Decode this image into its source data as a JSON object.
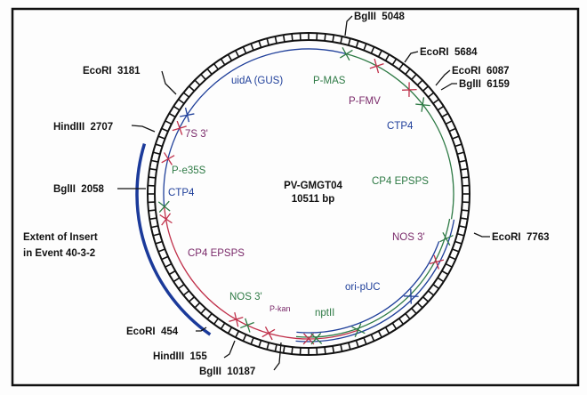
{
  "plasmid": {
    "name": "PV-GMGT04",
    "size": "10511 bp"
  },
  "sites": {
    "bglii_5048": "BglII  5048",
    "ecori_5684": "EcoRI  5684",
    "ecori_6087": "EcoRI  6087",
    "bglii_6159": "BglII  6159",
    "ecori_7763": "EcoRI  7763",
    "ecori_3181": "EcoRI  3181",
    "hindiii_2707": "HindIII  2707",
    "bglii_2058": "BglII  2058",
    "ecori_454": "EcoRI  454",
    "hindiii_155": "HindIII  155",
    "bglii_10187": "BglII  10187"
  },
  "insert": {
    "line1": "Extent of Insert",
    "line2": "in Event 40-3-2"
  },
  "features": {
    "uida": "uidA (GUS)",
    "pmas": "P-MAS",
    "pfmv": "P-FMV",
    "ctp4_right": "CTP4",
    "cp4_right": "CP4 EPSPS",
    "s7_3": "7S 3'",
    "pe35s": "P-e35S",
    "ctp4_left": "CTP4",
    "cp4_left": "CP4 EPSPS",
    "nos3_left": "NOS 3'",
    "pkan": "P-kan",
    "nptii": "nptII",
    "oripuc": "ori-pUC",
    "nos3_right": "NOS 3'"
  },
  "colors": {
    "blue": "#1f3f9a",
    "green": "#2e7a45",
    "red": "#c0304a",
    "purple": "#7a2a6a",
    "insert": "#1b3a9a"
  }
}
